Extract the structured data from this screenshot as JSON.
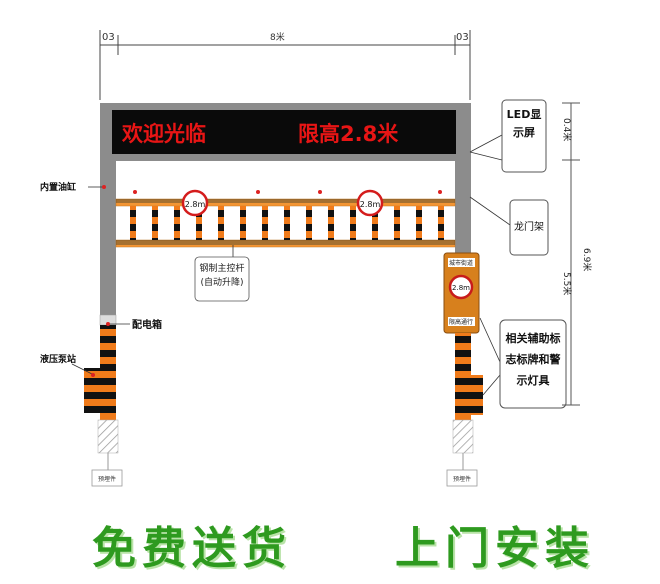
{
  "dimensions": {
    "left": "03",
    "middle": "8米",
    "right": "03"
  },
  "led_display": {
    "text_left": "欢迎光临",
    "text_right": "限高2.8米"
  },
  "callouts": {
    "led": "LED显示屏",
    "oil_cylinder": "内置油缸",
    "gantry": "龙门架",
    "beam": "钢制主控杆(自动升降)",
    "control_box": "配电箱",
    "hydraulic": "液压泵站",
    "signs": "相关辅助标志标牌和警示灯具"
  },
  "height_labels": {
    "top": "0.4米",
    "total": "6.9米",
    "lower": "5.5米"
  },
  "limit_sign_text": "2.8m",
  "side_sign": {
    "top": "城市街道",
    "bottom": "限高通行"
  },
  "base_labels": {
    "left": "预埋件",
    "right": "预埋件"
  },
  "promo": {
    "left": "免费送货",
    "right": "上门安装"
  },
  "colors": {
    "led_bg": "#0a0a0a",
    "led_text": "#e81515",
    "pillar": "#8c8c8c",
    "beam_orange": "#f5a341",
    "promo_green": "#2e9a1f"
  }
}
